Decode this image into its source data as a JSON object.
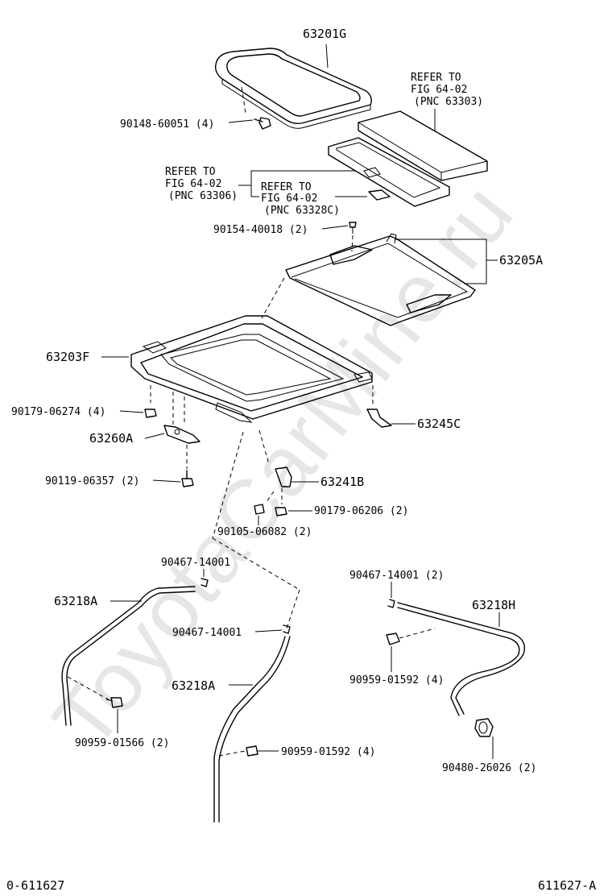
{
  "watermark": "ToyotaCarMine.ru",
  "labels": {
    "p63201G": "63201G",
    "p90148": "90148-60051 (4)",
    "ref1_l1": "REFER TO",
    "ref1_l2": "FIG 64-02",
    "ref1_l3": "(PNC 63303)",
    "ref2_l1": "REFER TO",
    "ref2_l2": "FIG 64-02",
    "ref2_l3": "(PNC 63306)",
    "ref3_l1": "REFER TO",
    "ref3_l2": "FIG 64-02",
    "ref3_l3": "(PNC 63328C)",
    "p90154": "90154-40018 (2)",
    "p63205A": "63205A",
    "p63203F": "63203F",
    "p90179_06274": "90179-06274 (4)",
    "p63245C": "63245C",
    "p63260A": "63260A",
    "p90119": "90119-06357 (2)",
    "p63241B": "63241B",
    "p90179_06206": "90179-06206 (2)",
    "p90105": "90105-06082 (2)",
    "p90467_a": "90467-14001",
    "p90467_b": "90467-14001 (2)",
    "p63218A_top": "63218A",
    "p63218H": "63218H",
    "p90467_c": "90467-14001",
    "p90959_01592_a": "90959-01592 (4)",
    "p63218A_mid": "63218A",
    "p90959_01566": "90959-01566 (2)",
    "p90959_01592_b": "90959-01592 (4)",
    "p90480": "90480-26026 (2)"
  },
  "footer": {
    "left": "0-611627",
    "right": "611627-A"
  }
}
